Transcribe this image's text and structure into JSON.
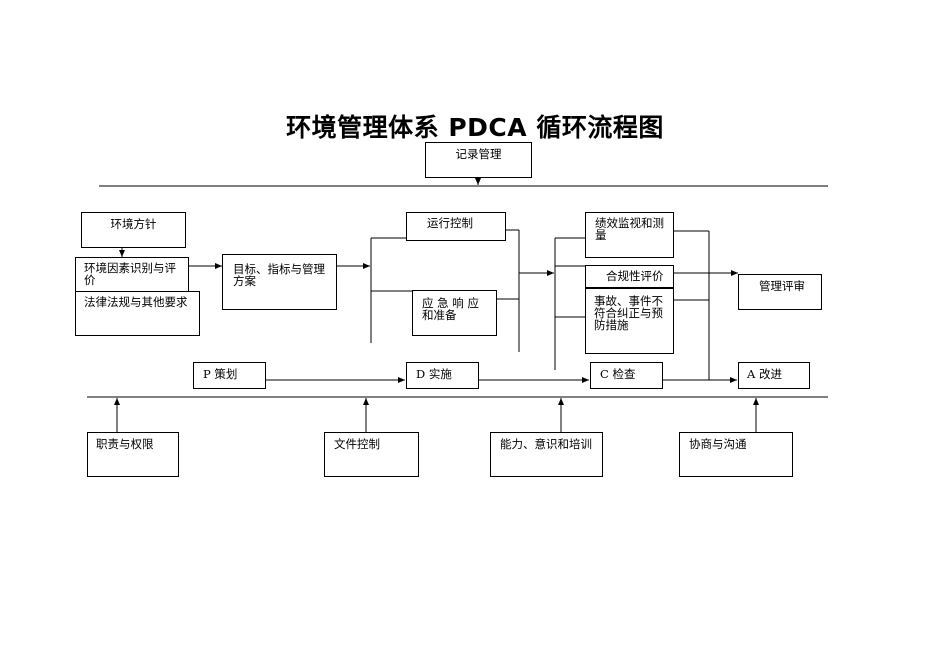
{
  "title": "环境管理体系 PDCA 循环流程图",
  "nodes": {
    "records": "记录管理",
    "policy": "环境方针",
    "aspects": "环境因素识别与评价",
    "legal": "法律法规与其他要求",
    "objectives": "目标、指标与管理方案",
    "operation": "运行控制",
    "emergency": "应 急 响 应 和准备",
    "monitoring": "绩效监视和测量",
    "compliance": "合规性评价",
    "nonconformity": "事故、事件不符合纠正与预防措施",
    "review": "管理评审",
    "plan": "P  策划",
    "do": "D  实施",
    "check": "C  检查",
    "act": "A  改进",
    "responsibility": "职责与权限",
    "documents": "文件控制",
    "training": "能力、意识和培训",
    "communication": "协商与沟通"
  }
}
